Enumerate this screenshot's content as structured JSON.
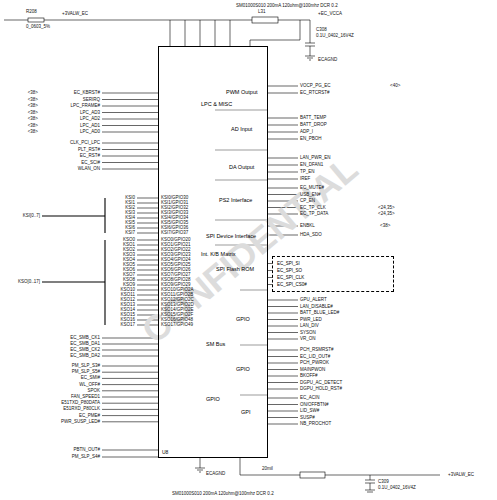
{
  "diagram": {
    "nodes": [
      {
        "text": [
          "U8"
        ]
      },
      {
        "text": [
          "LPC & MISC"
        ],
        "in": 0
      },
      {
        "text": [
          "Int. K/B Matrix"
        ],
        "in": 0
      },
      {
        "text": [
          "SM Bus"
        ],
        "in": 0
      },
      {
        "text": [
          "GPIO"
        ],
        "in": 0
      },
      {
        "text": [
          "PWM Output"
        ],
        "in": 0
      },
      {
        "text": [
          "AD Input"
        ],
        "in": 0
      },
      {
        "text": [
          "DA Output"
        ],
        "in": 0
      },
      {
        "text": [
          "PS2 Interface"
        ],
        "in": 0
      },
      {
        "text": [
          "SPI Device Interface"
        ],
        "in": 0
      },
      {
        "text": [
          "SPI Flash ROM"
        ],
        "in": 0
      },
      {
        "text": [
          "GPIO"
        ],
        "in": 0
      },
      {
        "text": [
          "GPIO"
        ],
        "in": 0
      },
      {
        "text": [
          "GPI"
        ],
        "in": 0
      },
      {
        "text": [
          "EC_SPI_SI",
          "EC_SPI_SO",
          "EC_SPI_CLK",
          "EC_SPI_CS0#"
        ]
      }
    ],
    "labels": [
      "R208",
      "0_0603_5%",
      "+3VALW_EC",
      "SM01000S010 200mA 120ohm@100mhz DCR 0.2",
      "L31",
      "+EC_VCCA",
      "C308",
      "0.1U_0402_16V4Z",
      "ECAGND",
      "EC_KBRST#",
      "SERIRQ",
      "LPC_FRAME#",
      "LPC_AD3",
      "LPC_AD2",
      "LPC_AD1",
      "LPC_AD0",
      "<38>",
      "<38>",
      "<38>",
      "<38>",
      "<38>",
      "<38>",
      "<38>",
      "CLK_PCI_LPC",
      "PLT_RST#",
      "EC_RST#",
      "EC_SCI#",
      "WLAN_ON",
      "KSI0",
      "KSI1",
      "KSI2",
      "KSI3",
      "KSI4",
      "KSI5",
      "KSI6",
      "KSI7",
      "KSO0",
      "KSO1",
      "KSO2",
      "KSO3",
      "KSO4",
      "KSO5",
      "KSO6",
      "KSO7",
      "KSO8",
      "KSO9",
      "KSO10",
      "KSO11",
      "KSO12",
      "KSO13",
      "KSO14",
      "KSO15",
      "KSO16",
      "KSO17",
      "KSI[0..7]",
      "KSO[0..17]",
      "KSI0/GPIO30",
      "KSI1/GPIO31",
      "KSI2/GPIO32",
      "KSI3/GPIO33",
      "KSI4/GPIO34",
      "KSI5/GPIO35",
      "KSI6/GPIO36",
      "KSI7/GPIO37",
      "KSO0/GPIO20",
      "KSO1/GPIO21",
      "KSO2/GPIO22",
      "KSO3/GPIO23",
      "KSO4/GPIO24",
      "KSO5/GPIO25",
      "KSO6/GPIO26",
      "KSO7/GPIO27",
      "KSO8/GPIO28",
      "KSO9/GPIO29",
      "KSO10/GPIO2A",
      "KSO11/GPIO2B",
      "KSO12/GPIO2C",
      "KSO13/GPIO2D",
      "KSO14/GPIO2E",
      "KSO15/GPIO2F",
      "KSO16/GPIO48",
      "KSO17/GPIO49",
      "EC_SMB_CK1",
      "EC_SMB_DA1",
      "EC_SMB_CK2",
      "EC_SMB_DA2",
      "PM_SLP_S3#",
      "PM_SLP_S5#",
      "EC_SMI#",
      "WL_OFF#",
      "SPOK",
      "FAN_SPEED1",
      "E51TXD_P80DATA",
      "E51RXD_P80CLK",
      "EC_PME#",
      "PWR_SUSP_LED#",
      "PBTN_OUT#",
      "PM_SLP_S4#",
      "VOCP_PG_EC",
      "EC_RTCRST#",
      "BATT_TEMP",
      "BATT_DROP",
      "ADP_I",
      "EN_PBOH",
      "LAN_PWR_EN",
      "EN_DFAN1",
      "TP_EN",
      "IREF",
      "EC_MUTE#",
      "USB_EN#",
      "CP_EN",
      "EC_TP_CLK",
      "EC_TP_DATA",
      "ENBKL",
      "HDA_SDO",
      "GPU_ALERT",
      "LAN_DISABLE#",
      "BATT_BLUE_LED#",
      "PWR_LED",
      "LAN_DIV",
      "SYSON",
      "VR_ON",
      "PCH_RSMRST#",
      "EC_LID_OUT#",
      "PCH_PWROK",
      "MAINPWON",
      "BKOFF#",
      "DGPU_AC_DETECT",
      "DGPU_HOLD_RST#",
      "EC_ACIN",
      "ON/OFFBTN#",
      "LID_SW#",
      "SUSP#",
      "NB_PROCHOT",
      "<40>",
      "<24,35>",
      "<24,35>",
      "<38>",
      "SM01000S010 200mA 120ohm@100mhz DCR 0.2",
      "20mil",
      "ECAGND",
      "+3VALW_EC",
      "C309",
      "0.1U_0402_16V4Z",
      "CONFIDENTIAL"
    ]
  }
}
